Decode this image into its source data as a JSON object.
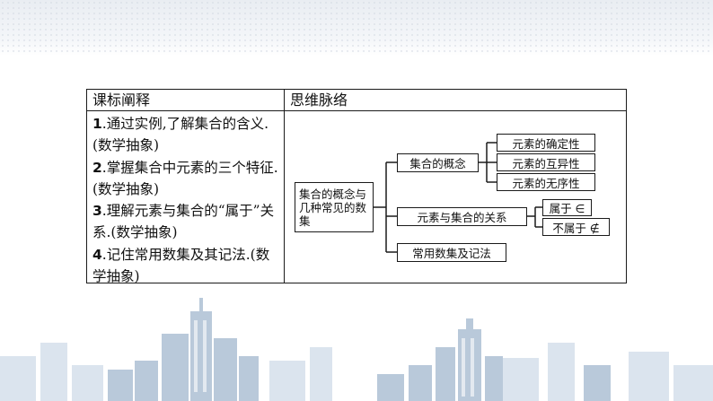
{
  "table": {
    "headers": {
      "left": "课标阐释",
      "right": "思维脉络"
    },
    "standards": [
      {
        "num": "1",
        "text": ".通过实例,了解集合的含义.(数学抽象)"
      },
      {
        "num": "2",
        "text": ".掌握集合中元素的三个特征.(数学抽象)"
      },
      {
        "num": "3",
        "text": ".理解元素与集合的“属于”关系.(数学抽象)"
      },
      {
        "num": "4",
        "text": ".记住常用数集及其记法.(数学抽象)"
      }
    ]
  },
  "mindmap": {
    "root": "集合的概念与几种常见的数集",
    "branches": {
      "concept": "集合的概念",
      "relation": "元素与集合的关系",
      "sets": "常用数集及记法"
    },
    "concept_children": [
      "元素的确定性",
      "元素的互异性",
      "元素的无序性"
    ],
    "relation_children": [
      "属于 ∈",
      "不属于 ∉"
    ]
  },
  "colors": {
    "border": "#1a1a1a",
    "skyline": "#b9c9da"
  }
}
